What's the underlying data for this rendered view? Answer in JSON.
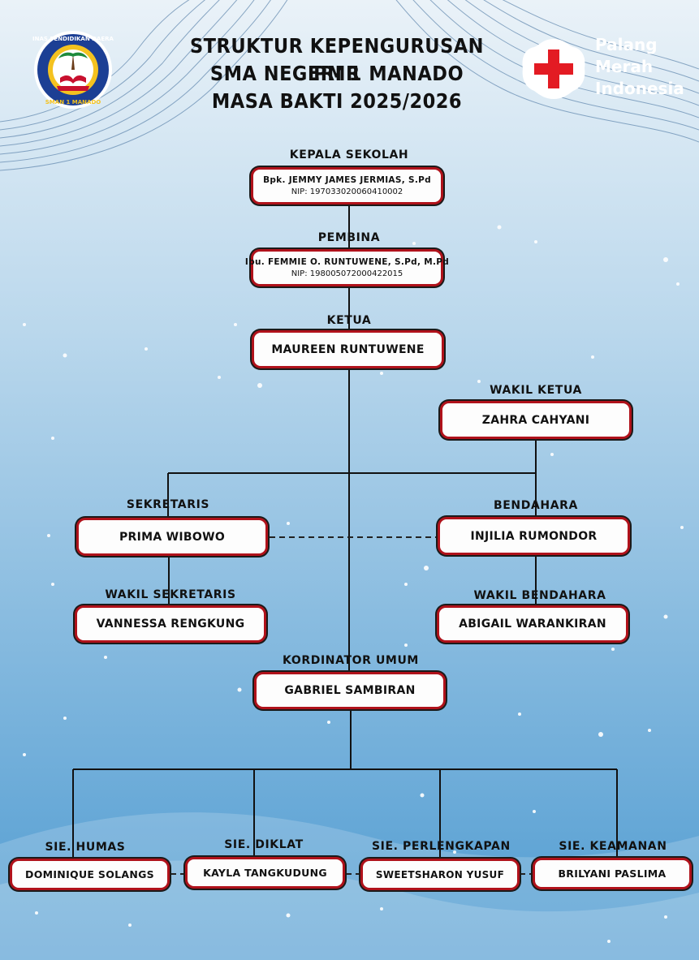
{
  "header": {
    "title_line1": "STRUKTUR KEPENGURUSAN PMR",
    "title_line2": "SMA NEGERI 1 MANADO",
    "title_line3": "MASA BAKTI 2025/2026",
    "school_logo_top_text": "DINAS PENDIDIKAN DAERAH",
    "school_logo_bottom_text": "SMAN 1 MANADO"
  },
  "pmi": {
    "line1": "Palang",
    "line2": "Merah",
    "line3": "Indonesia",
    "red": "#e31b23"
  },
  "colors": {
    "border": "#b0121b",
    "bg_top": "#eaf2f8",
    "bg_bottom": "#5fa4d4"
  },
  "org": {
    "kepala": {
      "role": "KEPALA SEKOLAH",
      "name": "Bpk. JEMMY JAMES JERMIAS, S.Pd",
      "nip": "NIP: 197033020060410002"
    },
    "pembina": {
      "role": "PEMBINA",
      "name": "Ibu. FEMMIE O. RUNTUWENE, S.Pd, M.Pd",
      "nip": "NIP: 198005072000422015"
    },
    "ketua": {
      "role": "KETUA",
      "name": "MAUREEN RUNTUWENE"
    },
    "wakil_ketua": {
      "role": "WAKIL KETUA",
      "name": "ZAHRA CAHYANI"
    },
    "sekretaris": {
      "role": "SEKRETARIS",
      "name": "PRIMA WIBOWO"
    },
    "bendahara": {
      "role": "BENDAHARA",
      "name": "INJILIA RUMONDOR"
    },
    "wakil_sekretaris": {
      "role": "WAKIL SEKRETARIS",
      "name": "VANNESSA RENGKUNG"
    },
    "wakil_bendahara": {
      "role": "WAKIL BENDAHARA",
      "name": "ABIGAIL WARANKIRAN"
    },
    "kordinator": {
      "role": "KORDINATOR UMUM",
      "name": "GABRIEL SAMBIRAN"
    },
    "humas": {
      "role": "SIE. HUMAS",
      "name": "DOMINIQUE SOLANGS"
    },
    "diklat": {
      "role": "SIE. DIKLAT",
      "name": "KAYLA TANGKUDUNG"
    },
    "perlengkapan": {
      "role": "SIE. PERLENGKAPAN",
      "name": "SWEETSHARON YUSUF"
    },
    "keamanan": {
      "role": "SIE. KEAMANAN",
      "name": "BRILYANI PASLIMA"
    }
  }
}
